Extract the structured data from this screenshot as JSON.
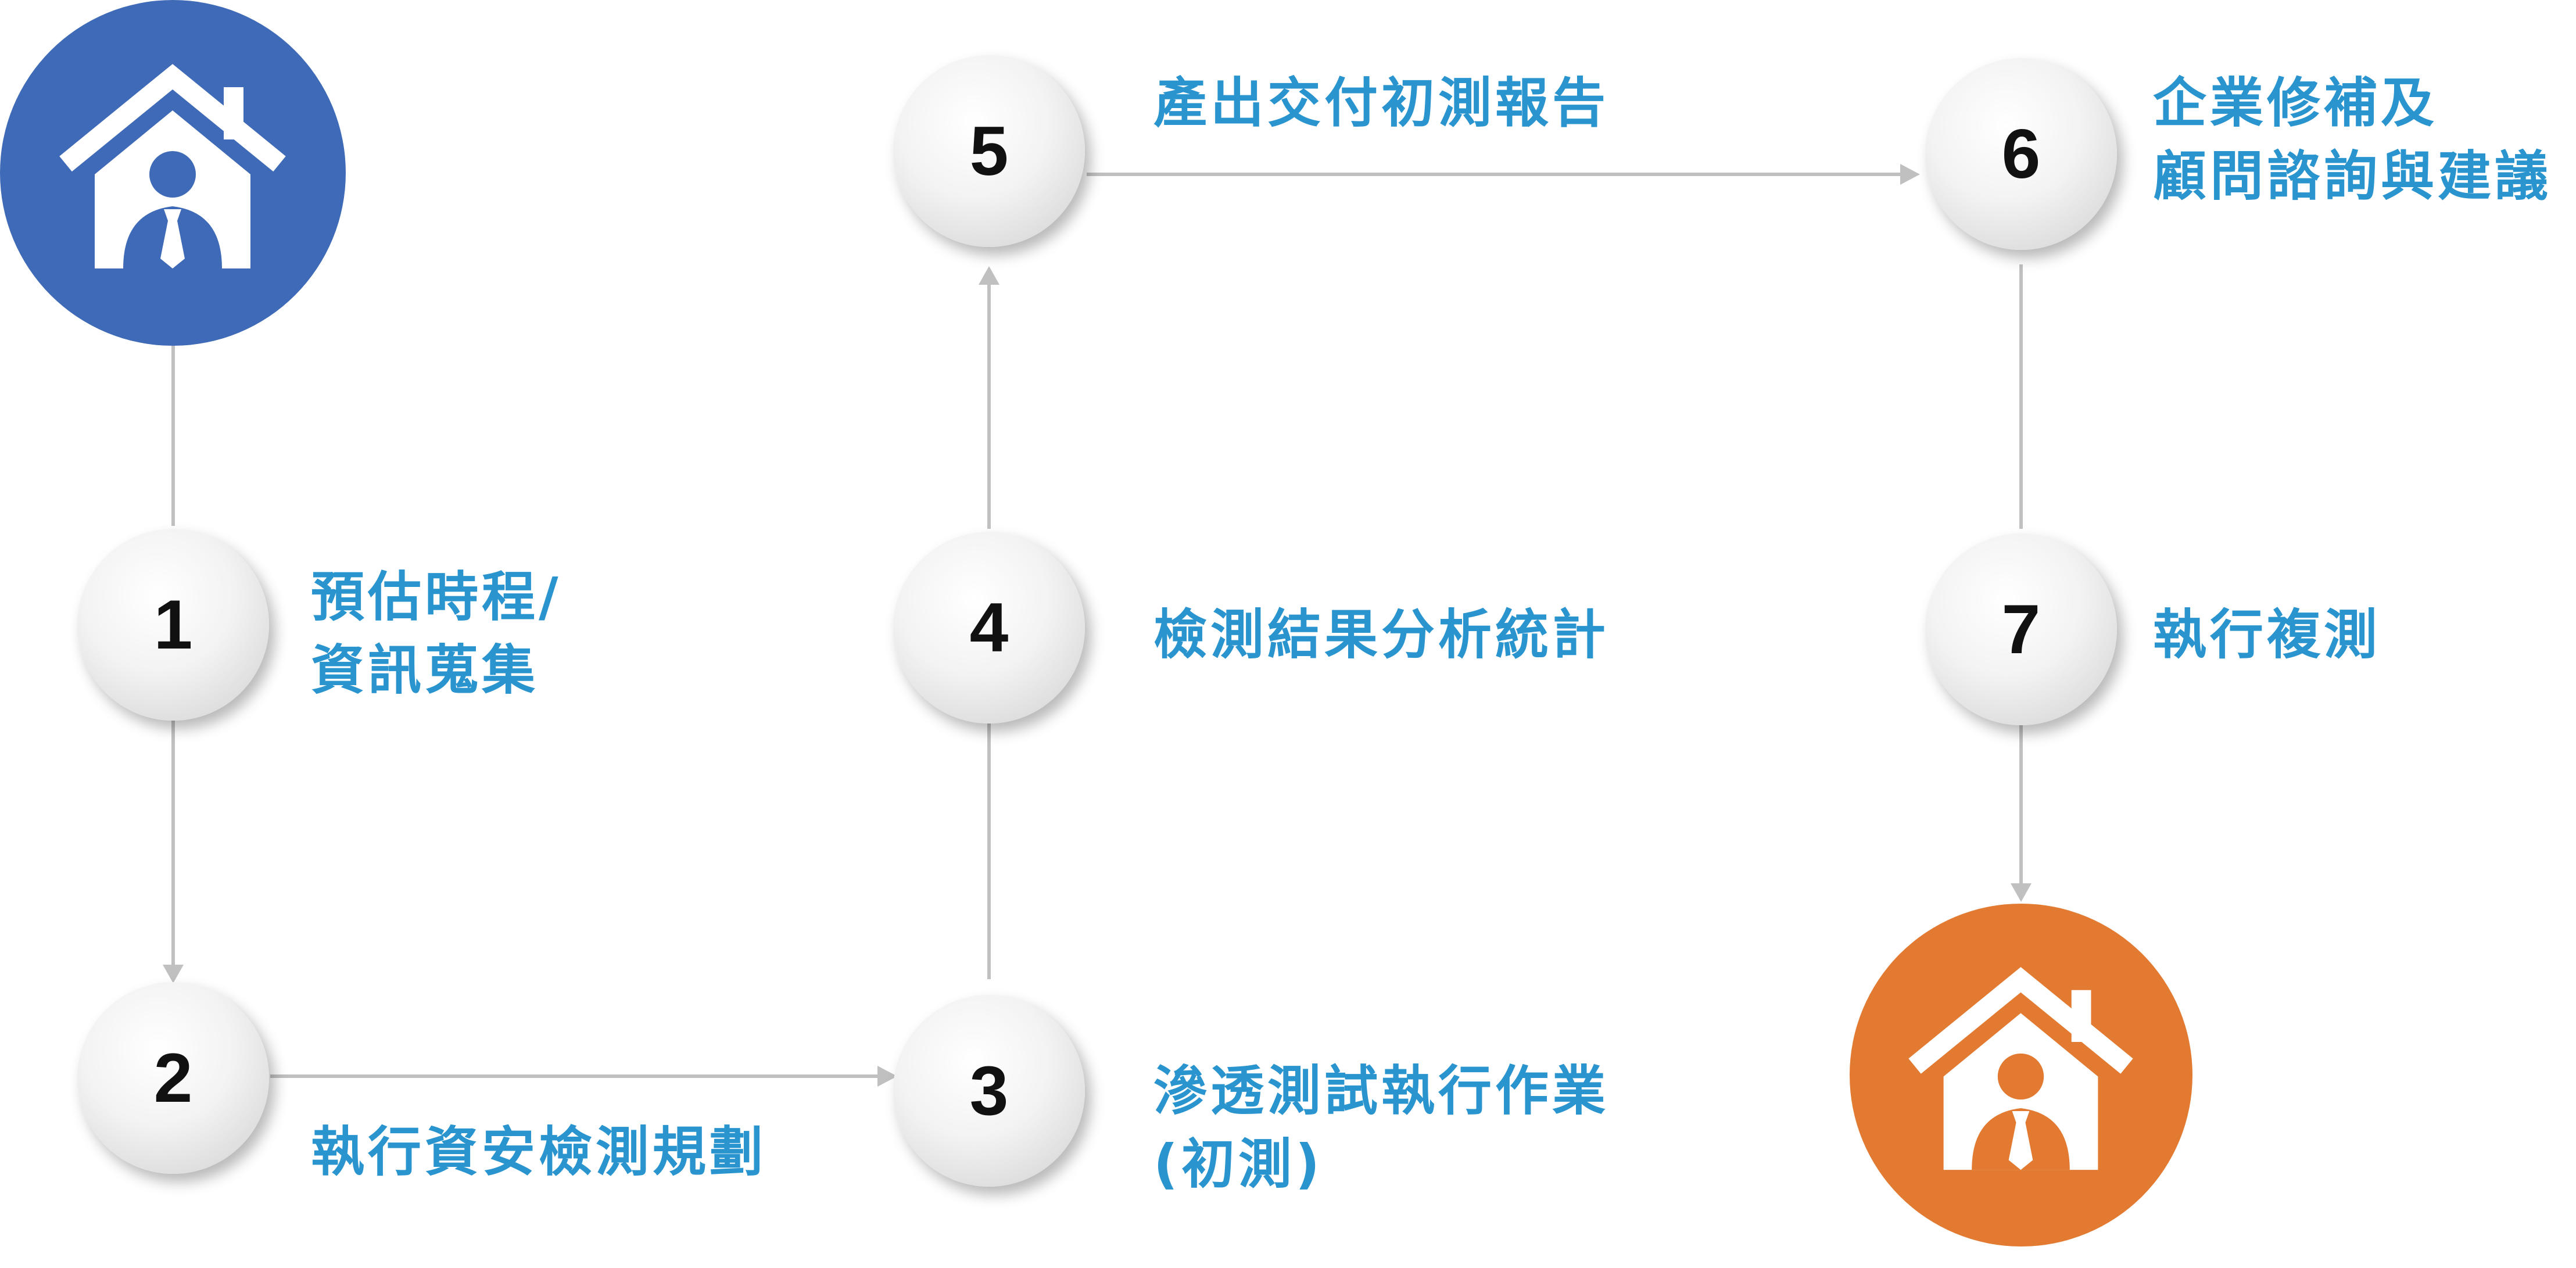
{
  "colors": {
    "start_circle": "#3f6ab7",
    "end_circle": "#e27a32",
    "label_text": "#2a94cf",
    "connector": "#c0c0c0",
    "node_number": "#111111"
  },
  "icons": {
    "start": "house-with-person-icon",
    "end": "house-with-person-icon"
  },
  "steps": [
    {
      "number": "1",
      "label_lines": [
        "預估時程/",
        "資訊蒐集"
      ]
    },
    {
      "number": "2",
      "label_lines": [
        "執行資安檢測規劃"
      ]
    },
    {
      "number": "3",
      "label_lines": [
        "滲透測試執行作業",
        "(初測)"
      ]
    },
    {
      "number": "4",
      "label_lines": [
        "檢測結果分析統計"
      ]
    },
    {
      "number": "5",
      "label_lines": [
        "產出交付初測報告"
      ]
    },
    {
      "number": "6",
      "label_lines": [
        "企業修補及",
        "顧問諮詢與建議"
      ]
    },
    {
      "number": "7",
      "label_lines": [
        "執行複測"
      ]
    }
  ]
}
